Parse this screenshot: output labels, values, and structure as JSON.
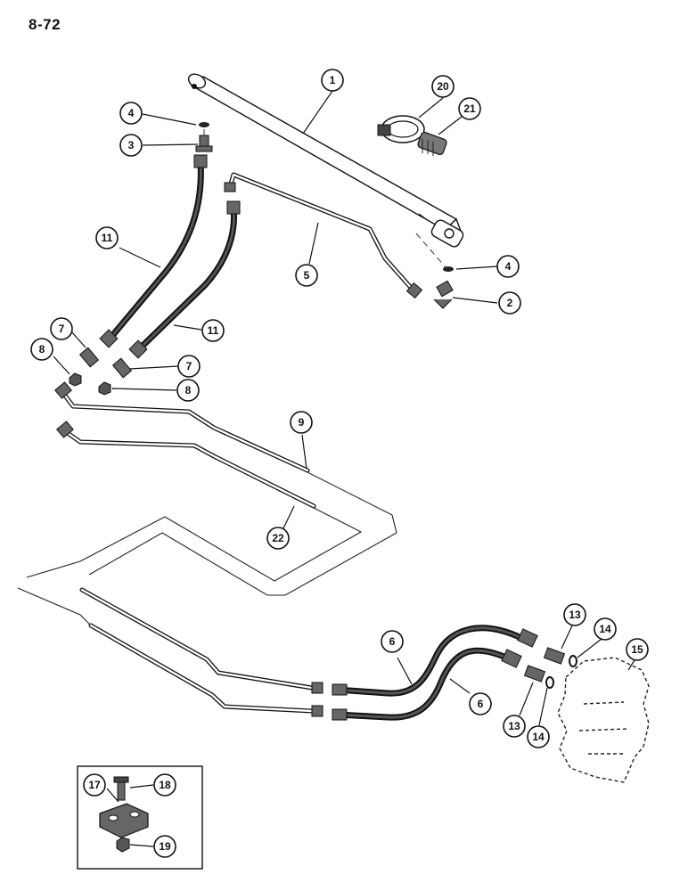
{
  "page": {
    "number": "8-72"
  },
  "callouts": [
    {
      "id": "c1",
      "label": "1"
    },
    {
      "id": "c2",
      "label": "2"
    },
    {
      "id": "c3",
      "label": "3"
    },
    {
      "id": "c4a",
      "label": "4"
    },
    {
      "id": "c4b",
      "label": "4"
    },
    {
      "id": "c5",
      "label": "5"
    },
    {
      "id": "c6a",
      "label": "6"
    },
    {
      "id": "c6b",
      "label": "6"
    },
    {
      "id": "c7a",
      "label": "7"
    },
    {
      "id": "c7b",
      "label": "7"
    },
    {
      "id": "c8a",
      "label": "8"
    },
    {
      "id": "c8b",
      "label": "8"
    },
    {
      "id": "c9",
      "label": "9"
    },
    {
      "id": "c11a",
      "label": "11"
    },
    {
      "id": "c11b",
      "label": "11"
    },
    {
      "id": "c13a",
      "label": "13"
    },
    {
      "id": "c13b",
      "label": "13"
    },
    {
      "id": "c14a",
      "label": "14"
    },
    {
      "id": "c14b",
      "label": "14"
    },
    {
      "id": "c15",
      "label": "15"
    },
    {
      "id": "c17",
      "label": "17"
    },
    {
      "id": "c18",
      "label": "18"
    },
    {
      "id": "c19",
      "label": "19"
    },
    {
      "id": "c20",
      "label": "20"
    },
    {
      "id": "c21",
      "label": "21"
    },
    {
      "id": "c22",
      "label": "22"
    }
  ]
}
